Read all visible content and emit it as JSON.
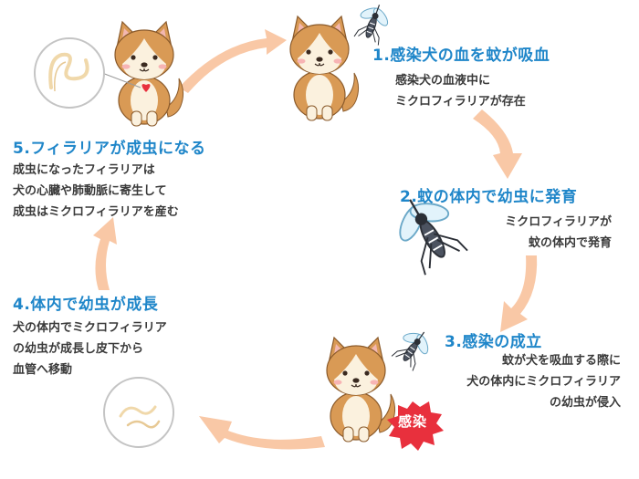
{
  "steps": [
    {
      "title": "1.感染犬の血を蚊が吸血",
      "lines": [
        "感染犬の血液中に",
        "ミクロフィラリアが存在"
      ]
    },
    {
      "title": "2.蚊の体内で幼虫に発育",
      "lines": [
        "ミクロフィラリアが",
        "蚊の体内で発育"
      ]
    },
    {
      "title": "3.感染の成立",
      "lines": [
        "蚊が犬を吸血する際に",
        "犬の体内にミクロフィラリア",
        "の幼虫が侵入"
      ]
    },
    {
      "title": "4.体内で幼虫が成長",
      "lines": [
        "犬の体内でミクロフィラリア",
        "の幼虫が成長し皮下から",
        "血管へ移動"
      ]
    },
    {
      "title": "5.フィラリアが成虫になる",
      "lines": [
        "成虫になったフィラリアは",
        "犬の心臓や肺動脈に寄生して",
        "成虫はミクロフィラリアを産む"
      ]
    }
  ],
  "infection_badge": "感染",
  "colors": {
    "title": "#1f86c9",
    "text": "#3a3a3a",
    "arrow": "#f9c8a6",
    "badge": "#e8303d",
    "dog_fur": "#d99a55",
    "dog_cream": "#fbf1de"
  },
  "icons": [
    "dog-illustration",
    "mosquito-icon",
    "worm-icon",
    "heart-icon"
  ]
}
